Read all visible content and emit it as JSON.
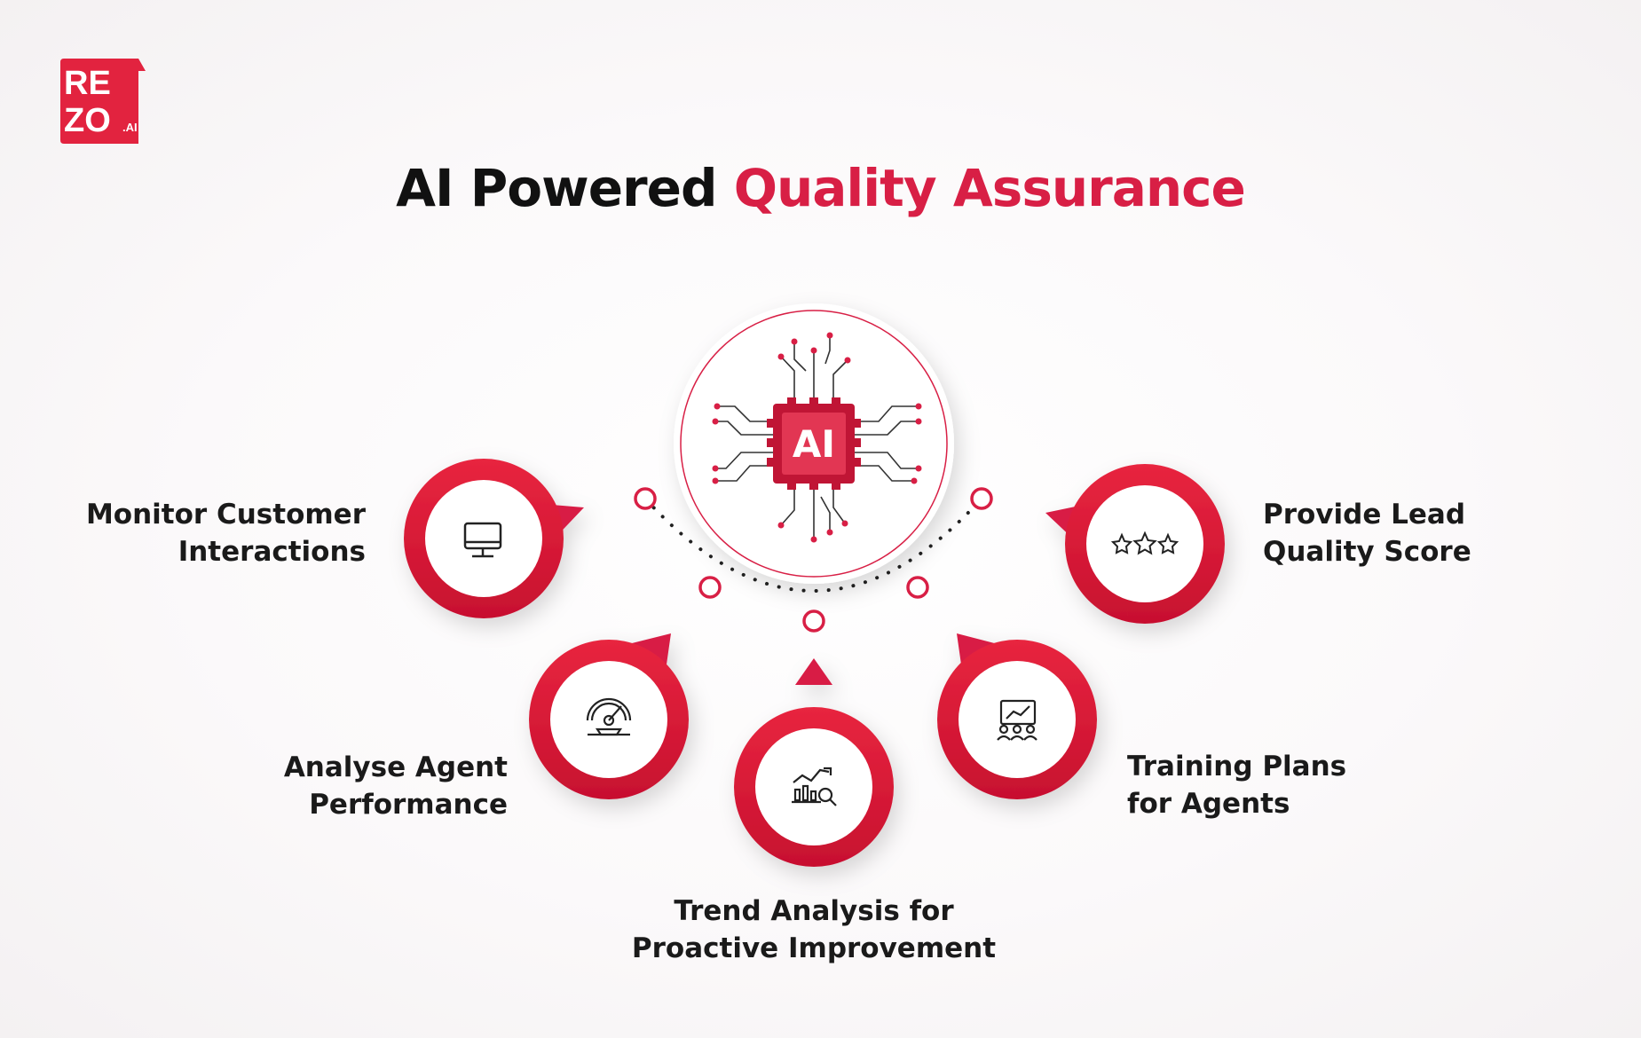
{
  "logo": {
    "line1": "RE",
    "line2": "ZO",
    "suffix": ".AI"
  },
  "title": {
    "part1": "AI Powered ",
    "part2": "Quality Assurance"
  },
  "center": {
    "chip_label": "AI"
  },
  "items": [
    {
      "line1": "Monitor Customer",
      "line2": "Interactions",
      "icon": "monitor-icon"
    },
    {
      "line1": "Analyse Agent",
      "line2": "Performance",
      "icon": "gauge-icon"
    },
    {
      "line1": "Trend Analysis for",
      "line2": "Proactive Improvement",
      "icon": "trend-chart-icon"
    },
    {
      "line1": "Training Plans",
      "line2": "for Agents",
      "icon": "presentation-icon"
    },
    {
      "line1": "Provide Lead",
      "line2": "Quality Score",
      "icon": "stars-icon"
    }
  ],
  "colors": {
    "accent": "#d81f45",
    "text": "#111111"
  }
}
